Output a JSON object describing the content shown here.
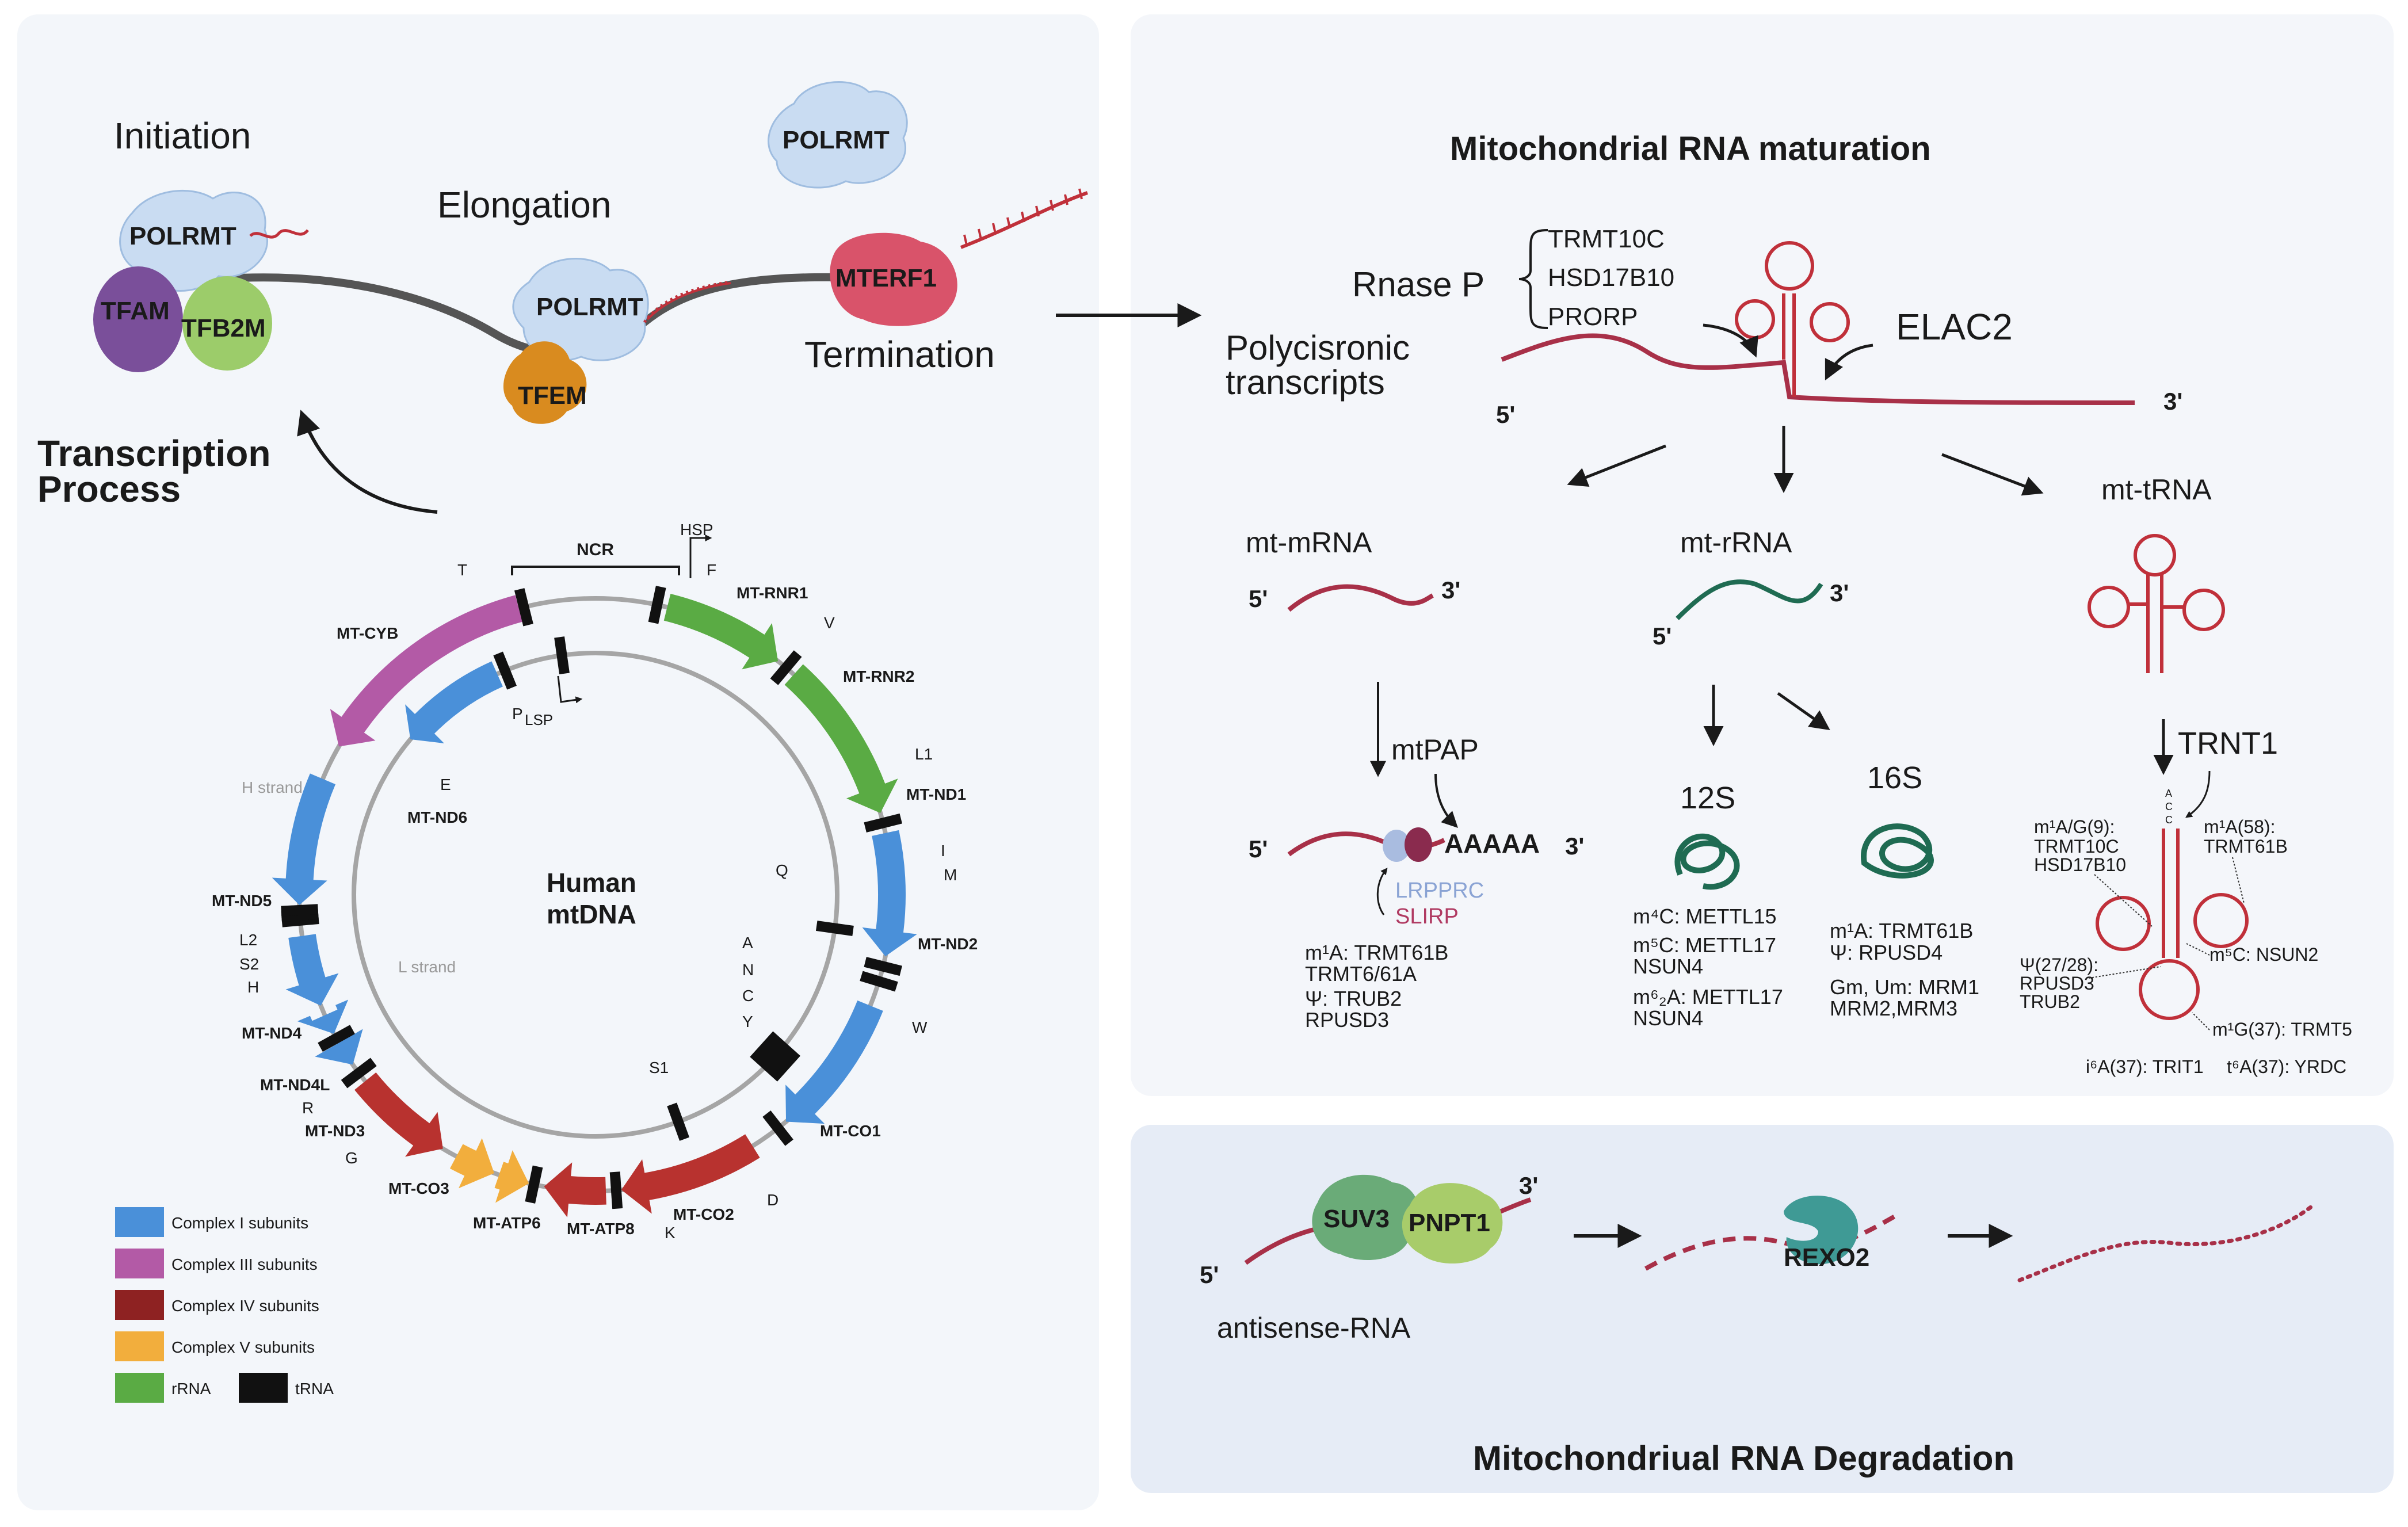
{
  "colors": {
    "complex1": "#4a90d9",
    "complex3": "#b35aa6",
    "complex4": "#b8322f",
    "complex5": "#f2ae3d",
    "rrna": "#5aab44",
    "trna": "#111111",
    "rna_red": "#c0303a",
    "rna_maroon": "#a83048",
    "rrna_green": "#1f6b52",
    "panel_left": "#f3f6fa",
    "panel_right": "#f4f6fa",
    "panel_deg": "#e6ecf6"
  },
  "transcription": {
    "initiation": "Initiation",
    "elongation": "Elongation",
    "termination": "Termination",
    "process_line1": "Transcription",
    "process_line2": "Process",
    "polrmt": "POLRMT",
    "tfam": "TFAM",
    "tfb2m": "TFB2M",
    "tfem": "TFEM",
    "mterf1": "MTERF1"
  },
  "mtdna": {
    "center_line1": "Human",
    "center_line2": "mtDNA",
    "ncr": "NCR",
    "hsp": "HSP",
    "lsp": "LSP",
    "h_strand": "H strand",
    "l_strand": "L strand",
    "genes": {
      "rnr1": "MT-RNR1",
      "rnr2": "MT-RNR2",
      "nd1": "MT-ND1",
      "nd2": "MT-ND2",
      "co1": "MT-CO1",
      "co2": "MT-CO2",
      "atp8": "MT-ATP8",
      "atp6": "MT-ATP6",
      "co3": "MT-CO3",
      "nd3": "MT-ND3",
      "nd4l": "MT-ND4L",
      "nd4": "MT-ND4",
      "nd5": "MT-ND5",
      "nd6": "MT-ND6",
      "cyb": "MT-CYB"
    },
    "trnas": {
      "t": "T",
      "f": "F",
      "v": "V",
      "l1": "L1",
      "i": "I",
      "m": "M",
      "q": "Q",
      "w": "W",
      "a": "A",
      "n": "N",
      "c": "C",
      "y": "Y",
      "s1": "S1",
      "d": "D",
      "k": "K",
      "g": "G",
      "r": "R",
      "h": "H",
      "s2": "S2",
      "l2": "L2",
      "e": "E",
      "p": "P"
    }
  },
  "legend": [
    {
      "label": "Complex I subunits",
      "color": "#4a90d9"
    },
    {
      "label": "Complex III subunits",
      "color": "#b35aa6"
    },
    {
      "label": "Complex IV subunits",
      "color": "#8e2222"
    },
    {
      "label": "Complex V subunits",
      "color": "#f2ae3d"
    },
    {
      "label": "rRNA",
      "color": "#5aab44"
    },
    {
      "label": "tRNA",
      "color": "#111111"
    }
  ],
  "maturation": {
    "title": "Mitochondrial RNA maturation",
    "rnase_p": "Rnase P",
    "rnase_p_members": [
      "TRMT10C",
      "HSD17B10",
      "PRORP"
    ],
    "elac2": "ELAC2",
    "poly_line1": "Polycisronic",
    "poly_line2": "transcripts",
    "five": "5'",
    "three": "3'",
    "mt_mrna": "mt-mRNA",
    "mt_rrna": "mt-rRNA",
    "mt_trna": "mt-tRNA",
    "mtpap": "mtPAP",
    "aaaaa": "AAAAA",
    "lrpprc": "LRPPRC",
    "slirp": "SLIRP",
    "mrna_mods": [
      "m¹A: TRMT61B",
      "TRMT6/61A",
      "Ψ: TRUB2",
      "RPUSD3"
    ],
    "s12": "12S",
    "s16": "16S",
    "mods_12s": [
      "m⁴C: METTL15",
      "m⁵C: METTL17",
      "NSUN4",
      "m⁶₂A:  METTL17",
      "NSUN4"
    ],
    "mods_16s": [
      "m¹A: TRMT61B",
      "Ψ: RPUSD4",
      "Gm, Um: MRM1",
      "MRM2,MRM3"
    ],
    "trnt1": "TRNT1",
    "acc": [
      "A",
      "C",
      "C"
    ],
    "trna_mods": {
      "m1a_g9": [
        "m¹A/G(9):",
        "TRMT10C",
        "HSD17B10"
      ],
      "m1a58": [
        "m¹A(58):",
        "TRMT61B"
      ],
      "m5c": "m⁵C: NSUN2",
      "psi": [
        "Ψ(27/28):",
        "RPUSD3",
        "TRUB2"
      ],
      "m1g": "m¹G(37): TRMT5",
      "i6a": "i⁶A(37): TRIT1",
      "t6a": "t⁶A(37): YRDC"
    }
  },
  "degradation": {
    "title": "Mitochondriual RNA Degradation",
    "suv3": "SUV3",
    "pnpt1": "PNPT1",
    "rexo2": "REXO2",
    "antisense": "antisense-RNA",
    "five": "5'",
    "three": "3'"
  }
}
